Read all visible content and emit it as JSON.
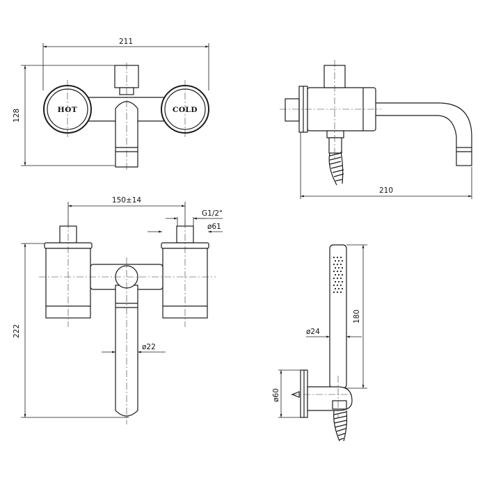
{
  "views": {
    "front": {
      "knob_left_label": "HOT",
      "knob_right_label": "COLD",
      "width_dim": "211",
      "height_dim": "128"
    },
    "side": {
      "depth_dim": "210"
    },
    "top": {
      "center_dim": "150±14",
      "thread_dim": "G1/2\"",
      "body_diam_dim": "ø61",
      "spout_diam_dim": "ø22",
      "height_dim": "222"
    },
    "handshower": {
      "length_dim": "180",
      "handle_diam_dim": "ø24",
      "holder_diam_dim": "ø60"
    }
  }
}
